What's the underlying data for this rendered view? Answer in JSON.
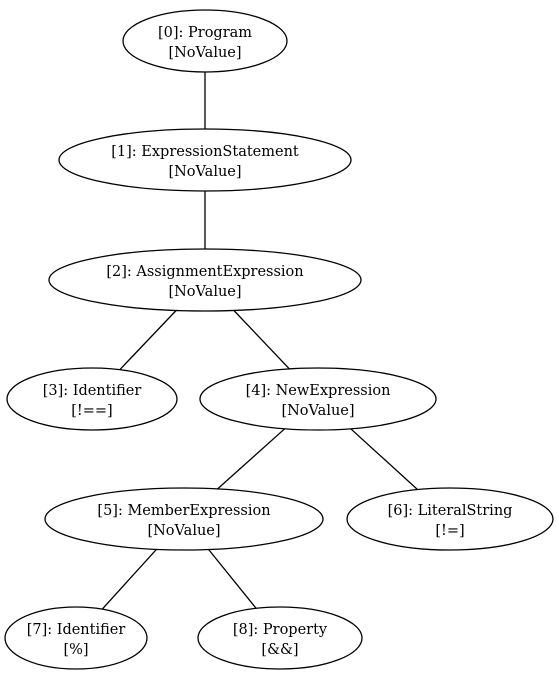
{
  "nodes": [
    {
      "id": "0",
      "label": "[0]: Program",
      "value": "[NoValue]"
    },
    {
      "id": "1",
      "label": "[1]: ExpressionStatement",
      "value": "[NoValue]"
    },
    {
      "id": "2",
      "label": "[2]: AssignmentExpression",
      "value": "[NoValue]"
    },
    {
      "id": "3",
      "label": "[3]: Identifier",
      "value": "[!==]"
    },
    {
      "id": "4",
      "label": "[4]: NewExpression",
      "value": "[NoValue]"
    },
    {
      "id": "5",
      "label": "[5]: MemberExpression",
      "value": "[NoValue]"
    },
    {
      "id": "6",
      "label": "[6]: LiteralString",
      "value": "[!=]"
    },
    {
      "id": "7",
      "label": "[7]: Identifier",
      "value": "[%]"
    },
    {
      "id": "8",
      "label": "[8]: Property",
      "value": "[&&]"
    }
  ],
  "edges": [
    {
      "from": "0",
      "to": "1"
    },
    {
      "from": "1",
      "to": "2"
    },
    {
      "from": "2",
      "to": "3"
    },
    {
      "from": "2",
      "to": "4"
    },
    {
      "from": "4",
      "to": "5"
    },
    {
      "from": "4",
      "to": "6"
    },
    {
      "from": "5",
      "to": "7"
    },
    {
      "from": "5",
      "to": "8"
    }
  ]
}
